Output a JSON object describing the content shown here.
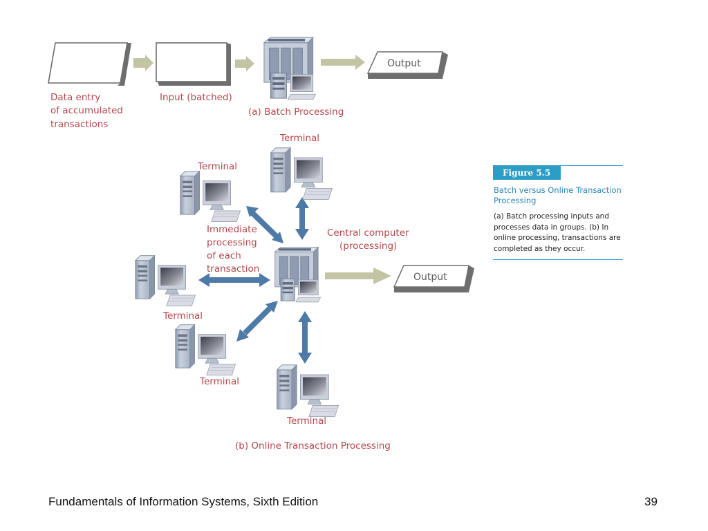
{
  "batch": {
    "data_entry_label": [
      "Data entry",
      "of accumulated",
      "transactions"
    ],
    "input_label": "Input (batched)",
    "output_label": "Output",
    "caption": "(a) Batch Processing"
  },
  "online": {
    "terminal_label": "Terminal",
    "immediate_label": [
      "Immediate",
      "processing",
      "of each",
      "transaction"
    ],
    "central_label": [
      "Central computer",
      "(processing)"
    ],
    "output_label": "Output",
    "caption": "(b) Online Transaction Processing"
  },
  "figure": {
    "number": "Figure 5.5",
    "title": "Batch versus Online Transaction Processing",
    "description": "(a) Batch processing inputs and processes data in groups. (b) In online processing, transactions are completed as they occur."
  },
  "footer": {
    "book": "Fundamentals of Information Systems, Sixth Edition",
    "page": "39"
  },
  "colors": {
    "label": "#b5464b",
    "connector_arrow": "#4d7aa6",
    "flow_arrow": "#c2c4a4",
    "accent": "#2a9ec4"
  }
}
